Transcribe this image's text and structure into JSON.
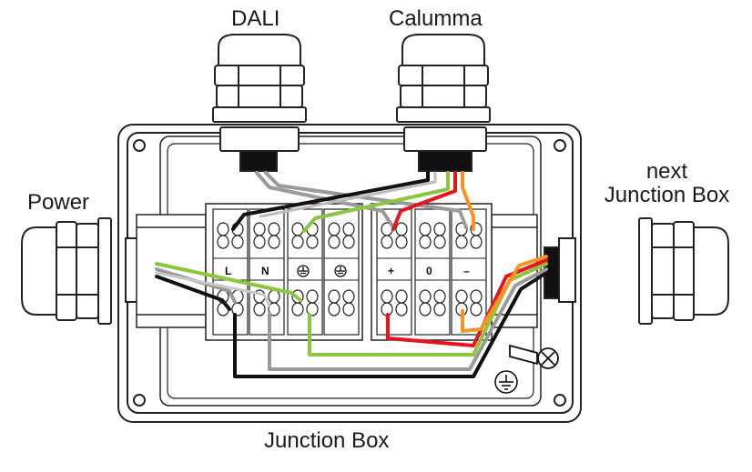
{
  "labels": {
    "dali": "DALI",
    "calumma": "Calumma",
    "power": "Power",
    "next_line1": "next",
    "next_line2": "Junction Box",
    "junction_box": "Junction Box"
  },
  "terminals": {
    "l": "L",
    "n": "N",
    "plus": "+",
    "zero": "0",
    "minus": "–"
  },
  "icons": [
    "earth-ground-icon",
    "screw-icon"
  ],
  "wire_colors": {
    "black": "#111111",
    "gray": "#9a9a9a",
    "green_yellow": "#8cc63f",
    "red": "#e8141b",
    "orange": "#f7941d",
    "white": "#ffffff"
  }
}
